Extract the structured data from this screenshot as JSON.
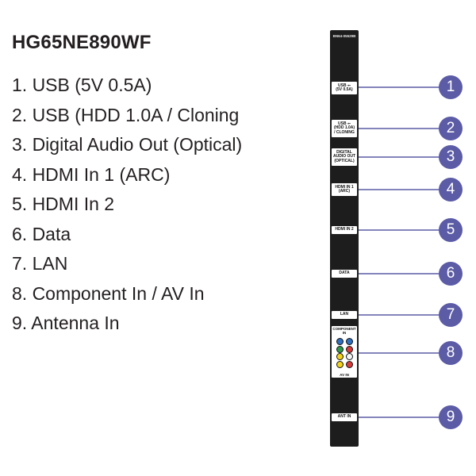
{
  "model": "HG65NE890WF",
  "ports": [
    "1. USB (5V 0.5A)",
    "2. USB (HDD 1.0A / Cloning",
    "3. Digital Audio Out (Optical)",
    "4. HDMI In 1 (ARC)",
    "5. HDMI In 2",
    "6. Data",
    "7. LAN",
    "8. Component In / AV In",
    "9. Antenna In"
  ],
  "panel": {
    "id": "BN64-05529B",
    "labels": [
      "USB ⭠\n(5V 0.5A)",
      "USB ⭠\n(HDD 1.0A)\n/ CLONING",
      "DIGITAL\nAUDIO OUT\n(OPTICAL)",
      "HDMI IN 1\n(ARC)",
      "HDMI IN 2",
      "DATA",
      "LAN",
      "ANT IN"
    ],
    "component_title": "COMPONENT\nIN",
    "av_title": "AV IN"
  },
  "callouts": [
    "1",
    "2",
    "3",
    "4",
    "5",
    "6",
    "7",
    "8",
    "9"
  ],
  "colors": {
    "badge": "#5b5ba6",
    "leader": "#5b5ba6",
    "panel": "#1d1d1d",
    "jack_blue": "#2f6fbf",
    "jack_green": "#2c9a4a",
    "jack_red": "#d83a3a",
    "jack_yellow": "#f2d21b",
    "jack_white": "#f5f5f5"
  }
}
